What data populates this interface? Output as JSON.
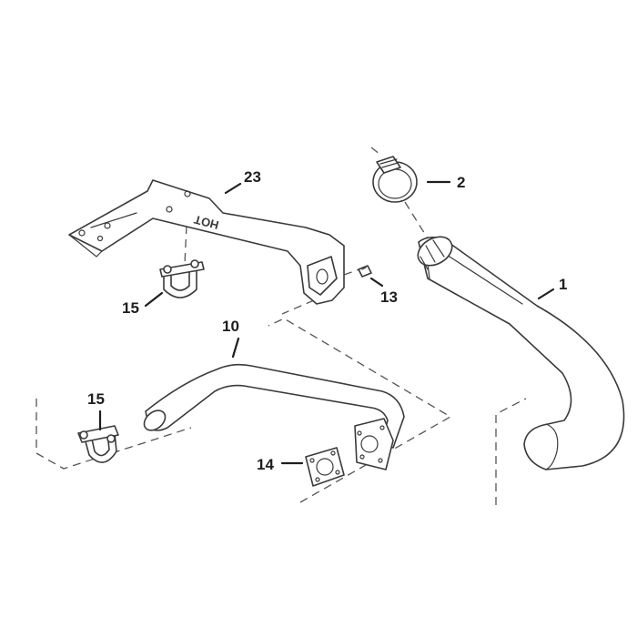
{
  "callouts": {
    "c1": "1",
    "c2": "2",
    "c10": "10",
    "c13": "13",
    "c14": "14",
    "c15a": "15",
    "c15b": "15",
    "c23": "23"
  },
  "bracket_stamp": "HOT"
}
